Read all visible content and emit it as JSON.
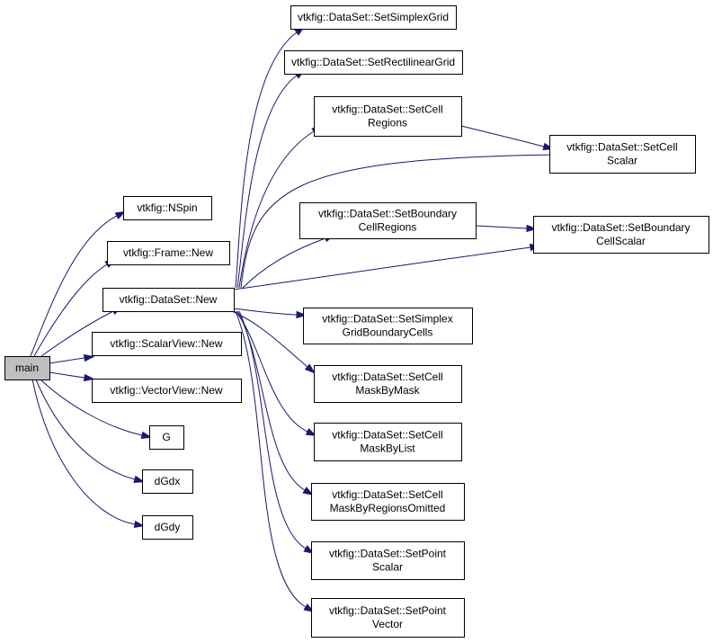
{
  "diagram": {
    "nodes": [
      {
        "id": "main",
        "lines": [
          "main"
        ],
        "root": true
      },
      {
        "id": "nspin",
        "lines": [
          "vtkfig::NSpin"
        ]
      },
      {
        "id": "frame_new",
        "lines": [
          "vtkfig::Frame::New"
        ]
      },
      {
        "id": "dataset_new",
        "lines": [
          "vtkfig::DataSet::New"
        ]
      },
      {
        "id": "scalarview_new",
        "lines": [
          "vtkfig::ScalarView::New"
        ]
      },
      {
        "id": "vectorview_new",
        "lines": [
          "vtkfig::VectorView::New"
        ]
      },
      {
        "id": "g",
        "lines": [
          "G"
        ]
      },
      {
        "id": "dgdx",
        "lines": [
          "dGdx"
        ]
      },
      {
        "id": "dgdy",
        "lines": [
          "dGdy"
        ]
      },
      {
        "id": "set_simplex_grid",
        "lines": [
          "vtkfig::DataSet::SetSimplexGrid"
        ]
      },
      {
        "id": "set_rectilinear_grid",
        "lines": [
          "vtkfig::DataSet::SetRectilinearGrid"
        ]
      },
      {
        "id": "set_cell_regions",
        "lines": [
          "vtkfig::DataSet::SetCell",
          "Regions"
        ]
      },
      {
        "id": "set_cell_scalar",
        "lines": [
          "vtkfig::DataSet::SetCell",
          "Scalar"
        ]
      },
      {
        "id": "set_boundary_cell_regions",
        "lines": [
          "vtkfig::DataSet::SetBoundary",
          "CellRegions"
        ]
      },
      {
        "id": "set_boundary_cell_scalar",
        "lines": [
          "vtkfig::DataSet::SetBoundary",
          "CellScalar"
        ]
      },
      {
        "id": "set_simplex_grid_boundary_cells",
        "lines": [
          "vtkfig::DataSet::SetSimplex",
          "GridBoundaryCells"
        ]
      },
      {
        "id": "set_cell_mask_by_mask",
        "lines": [
          "vtkfig::DataSet::SetCell",
          "MaskByMask"
        ]
      },
      {
        "id": "set_cell_mask_by_list",
        "lines": [
          "vtkfig::DataSet::SetCell",
          "MaskByList"
        ]
      },
      {
        "id": "set_cell_mask_by_regions_omitted",
        "lines": [
          "vtkfig::DataSet::SetCell",
          "MaskByRegionsOmitted"
        ]
      },
      {
        "id": "set_point_scalar",
        "lines": [
          "vtkfig::DataSet::SetPoint",
          "Scalar"
        ]
      },
      {
        "id": "set_point_vector",
        "lines": [
          "vtkfig::DataSet::SetPoint",
          "Vector"
        ]
      }
    ],
    "edges": [
      {
        "from": "main",
        "to": "nspin"
      },
      {
        "from": "main",
        "to": "frame_new"
      },
      {
        "from": "main",
        "to": "dataset_new"
      },
      {
        "from": "main",
        "to": "scalarview_new"
      },
      {
        "from": "main",
        "to": "vectorview_new"
      },
      {
        "from": "main",
        "to": "g"
      },
      {
        "from": "main",
        "to": "dgdx"
      },
      {
        "from": "main",
        "to": "dgdy"
      },
      {
        "from": "dataset_new",
        "to": "set_simplex_grid"
      },
      {
        "from": "dataset_new",
        "to": "set_rectilinear_grid"
      },
      {
        "from": "dataset_new",
        "to": "set_cell_regions"
      },
      {
        "from": "dataset_new",
        "to": "set_cell_scalar"
      },
      {
        "from": "dataset_new",
        "to": "set_boundary_cell_regions"
      },
      {
        "from": "dataset_new",
        "to": "set_boundary_cell_scalar"
      },
      {
        "from": "dataset_new",
        "to": "set_simplex_grid_boundary_cells"
      },
      {
        "from": "dataset_new",
        "to": "set_cell_mask_by_mask"
      },
      {
        "from": "dataset_new",
        "to": "set_cell_mask_by_list"
      },
      {
        "from": "dataset_new",
        "to": "set_cell_mask_by_regions_omitted"
      },
      {
        "from": "dataset_new",
        "to": "set_point_scalar"
      },
      {
        "from": "dataset_new",
        "to": "set_point_vector"
      },
      {
        "from": "set_cell_regions",
        "to": "set_cell_scalar"
      },
      {
        "from": "set_boundary_cell_regions",
        "to": "set_boundary_cell_scalar"
      }
    ],
    "colors": {
      "edge": "#191970",
      "root_fill": "#bfbfbf",
      "node_fill": "#ffffff",
      "node_stroke": "#000000"
    }
  }
}
